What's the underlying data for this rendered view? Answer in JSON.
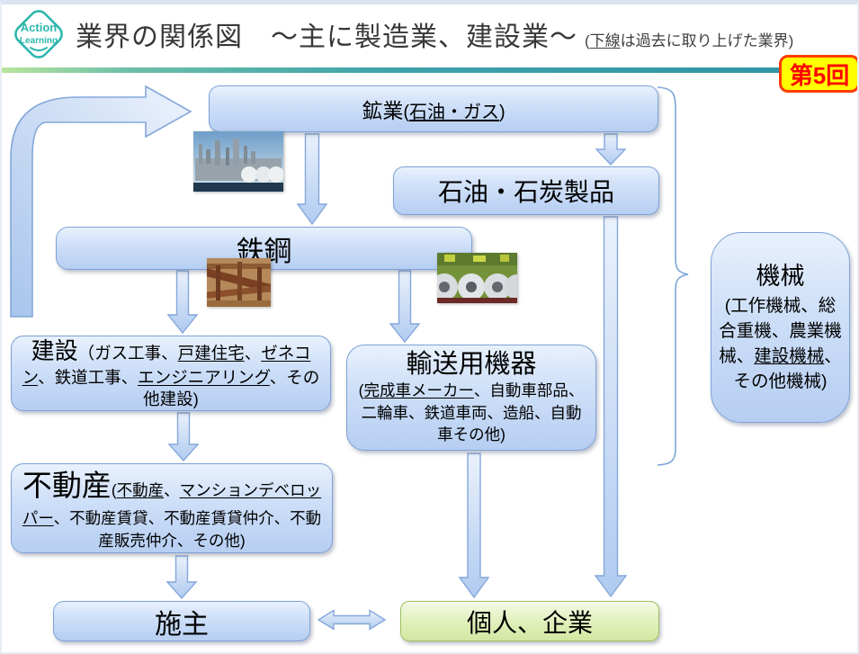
{
  "header": {
    "logo_line1": "Action",
    "logo_line2": "Learning",
    "title": "業界の関係図　～主に製造業、建設業～",
    "note_segments": [
      {
        "t": "("
      },
      {
        "t": "下線",
        "u": true
      },
      {
        "t": "は過去に取り上げた業界)"
      }
    ],
    "badge": "第5回"
  },
  "nodes": {
    "mining": {
      "segments": [
        {
          "t": "鉱業"
        },
        {
          "t": "(",
          "cls": "sm"
        },
        {
          "t": "石油・ガス",
          "cls": "sm",
          "u": true
        },
        {
          "t": ")",
          "cls": "sm"
        }
      ]
    },
    "petroleum_coal": {
      "label": "石油・石炭製品"
    },
    "steel": {
      "label": "鉄鋼"
    },
    "construction": {
      "segments": [
        {
          "t": "建設",
          "cls": "big"
        },
        {
          "t": "（ガス工事、"
        },
        {
          "t": "戸建住宅",
          "u": true
        },
        {
          "t": "、"
        },
        {
          "t": "ゼネコン",
          "u": true
        },
        {
          "t": "、鉄道工事、"
        },
        {
          "t": "エンジニアリング",
          "u": true
        },
        {
          "t": "、その他建設)"
        }
      ]
    },
    "transport": {
      "title": "輸送用機器",
      "detail_segments": [
        {
          "t": "("
        },
        {
          "t": "完成車メーカー",
          "u": true
        },
        {
          "t": "、自動車部品、二輪車、鉄道車両、造船、自動車その他)"
        }
      ]
    },
    "real_estate": {
      "segments": [
        {
          "t": "不動産",
          "cls": "big"
        },
        {
          "t": "("
        },
        {
          "t": "不動産",
          "u": true
        },
        {
          "t": "、"
        },
        {
          "t": "マンションデベロッパー",
          "u": true
        },
        {
          "t": "、不動産賃貸、不動産賃貸仲介、不動産販売仲介、その他)"
        }
      ]
    },
    "machinery": {
      "title": "機械",
      "detail_segments": [
        {
          "t": "(工作機械、総合重機、農業機械、"
        },
        {
          "t": "建設機械",
          "u": true
        },
        {
          "t": "、その他機械)"
        }
      ]
    },
    "owner": {
      "label": "施主"
    },
    "individual_corporate": {
      "label": "個人、企業"
    }
  },
  "photos": {
    "refinery_alt": "石油プラントの写真",
    "steel_frame_alt": "鉄骨工事の写真",
    "steel_coils_alt": "鋼材コイルの写真"
  },
  "colors": {
    "node_border": "#7da2d6",
    "node_fill_top": "#e9f1fd",
    "node_fill_bottom": "#b6cef2",
    "green_node_border": "#9cbf5d",
    "green_node_fill": "#d2e7a2",
    "arrow_border": "#84a7da",
    "arrow_fill_top": "#eaf1fc",
    "arrow_fill_bottom": "#b7cff1",
    "brace": "#7da7d8",
    "badge_bg": "#ffff00",
    "badge_border": "#ff3c00",
    "badge_text": "#ff0000",
    "logo_teal": "#2db7ae",
    "divider_left_green": "#b9e59b",
    "divider_right_teal": "#2f93a4"
  }
}
